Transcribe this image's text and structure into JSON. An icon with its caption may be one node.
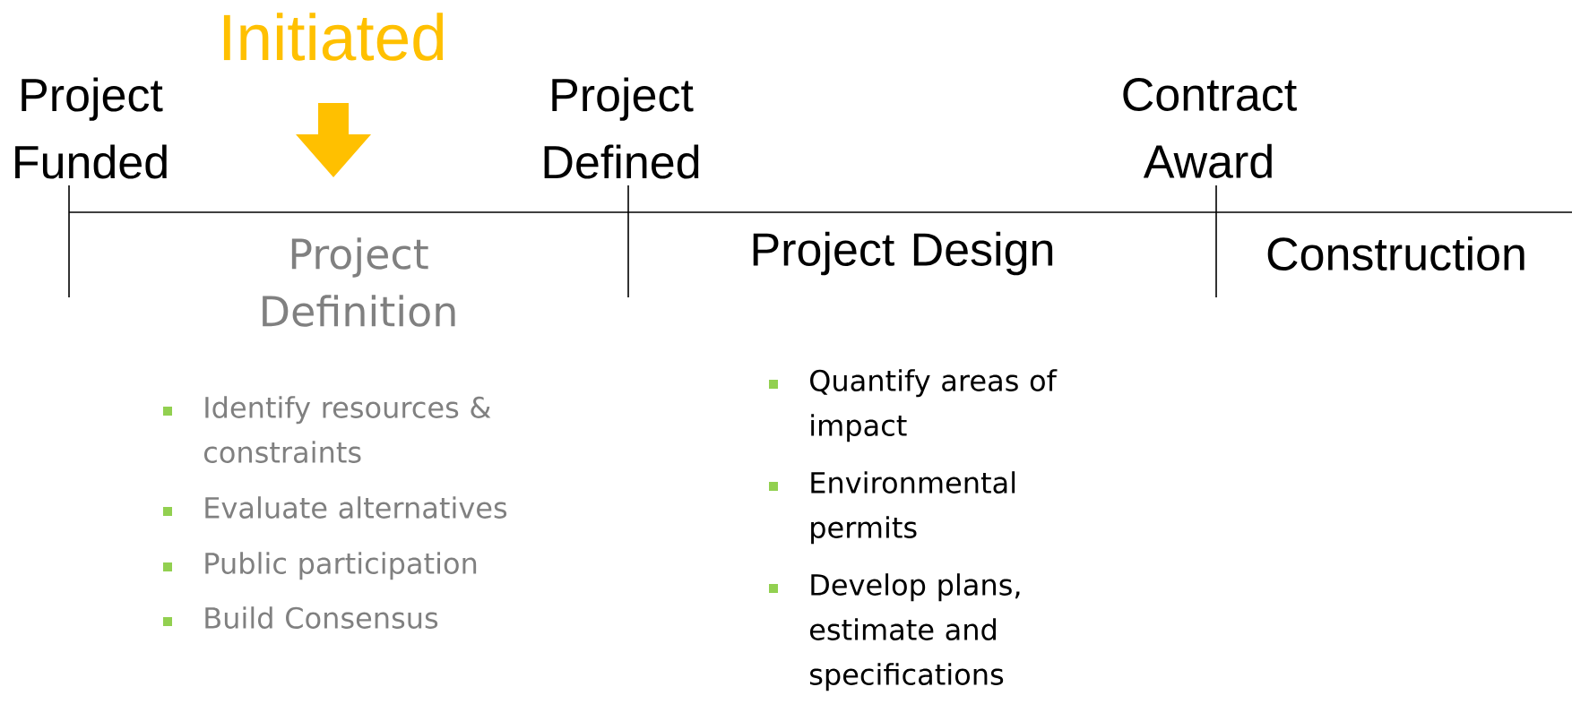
{
  "diagram": {
    "labels": [
      "Initiated",
      "Project Funded",
      "Project Defined",
      "Contract Award",
      "Project Definition",
      "Project Design",
      "Construction",
      "Identify resources & constraints",
      "Evaluate alternatives",
      "Public participation",
      "Build Consensus",
      "Quantify areas of impact",
      "Environmental permits",
      "Develop plans, estimate and specifications"
    ]
  }
}
